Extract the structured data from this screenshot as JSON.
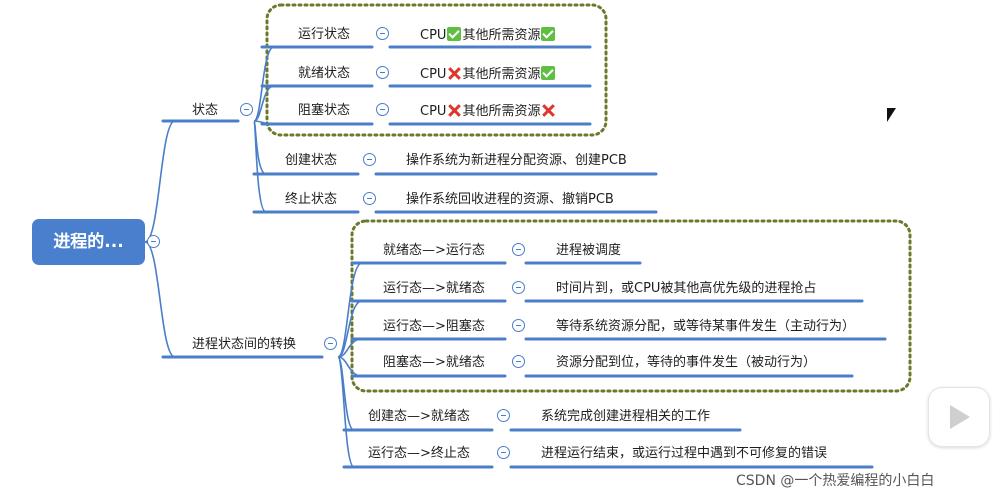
{
  "root": {
    "label": "进程的..."
  },
  "branches": {
    "states": {
      "label": "状态",
      "items": [
        {
          "name": "运行状态",
          "desc": [
            "CPU",
            {
              "mark": "ok"
            },
            "其他所需资源",
            {
              "mark": "ok"
            }
          ]
        },
        {
          "name": "就绪状态",
          "desc": [
            "CPU",
            {
              "mark": "no"
            },
            "其他所需资源",
            {
              "mark": "ok"
            }
          ]
        },
        {
          "name": "阻塞状态",
          "desc": [
            "CPU",
            {
              "mark": "no"
            },
            "其他所需资源",
            {
              "mark": "no"
            }
          ]
        },
        {
          "name": "创建状态",
          "desc": [
            "操作系统为新进程分配资源、创建PCB"
          ]
        },
        {
          "name": "终止状态",
          "desc": [
            "操作系统回收进程的资源、撤销PCB"
          ]
        }
      ]
    },
    "transitions": {
      "label": "进程状态间的转换",
      "items": [
        {
          "name": "就绪态—>运行态",
          "desc": "进程被调度"
        },
        {
          "name": "运行态—>就绪态",
          "desc": "时间片到，或CPU被其他高优先级的进程抢占"
        },
        {
          "name": "运行态—>阻塞态",
          "desc": "等待系统资源分配，或等待某事件发生（主动行为）"
        },
        {
          "name": "阻塞态—>就绪态",
          "desc": "资源分配到位，等待的事件发生（被动行为）"
        },
        {
          "name": "创建态—>就绪态",
          "desc": "系统完成创建进程相关的工作"
        },
        {
          "name": "运行态—>终止态",
          "desc": "进程运行结束，或运行过程中遇到不可修复的错误"
        }
      ]
    }
  },
  "watermark": "CSDN @一个热爱编程的小白白",
  "colors": {
    "accent": "#4a7fce",
    "line": "#4a7ec9",
    "highlight_border": "#6b7a2a",
    "ok": "#5fbf43",
    "no": "#e0352b"
  }
}
